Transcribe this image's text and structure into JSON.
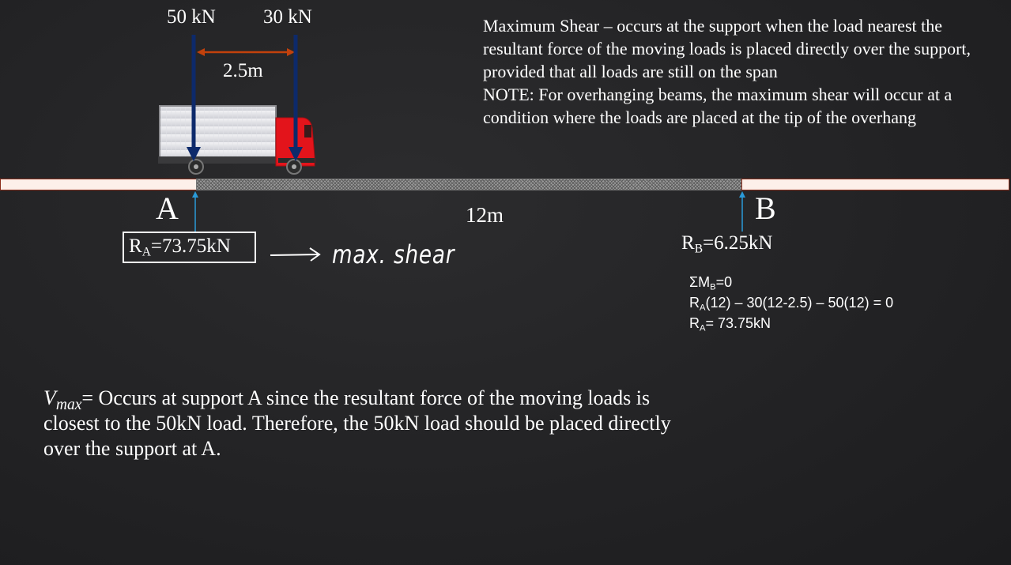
{
  "loads": {
    "load1_label": "50 kN",
    "load2_label": "30 kN",
    "spacing_label": "2.5m"
  },
  "note": {
    "line1": "Maximum Shear – occurs at the support when the load nearest the resultant force of the moving loads is placed directly over the support, provided that all loads are still on the span",
    "line2": "NOTE: For overhanging beams, the maximum shear will occur at a condition where the loads are placed at the tip of the overhang"
  },
  "beam": {
    "support_a": "A",
    "support_b": "B",
    "span_label": "12m"
  },
  "reactions": {
    "ra_symbol": "R",
    "ra_sub": "A",
    "ra_value": "=73.75kN",
    "rb_symbol": "R",
    "rb_sub": "B",
    "rb_value": "=6.25kN"
  },
  "annotation": {
    "max_shear_text": "max. shear"
  },
  "equations": {
    "eq1_main": "ΣM",
    "eq1_sub": "B",
    "eq1_rest": "=0",
    "eq2_main": "R",
    "eq2_sub": "A",
    "eq2_rest": "(12) – 30(12-2.5) – 50(12) = 0",
    "eq3_main": "R",
    "eq3_sub": "A",
    "eq3_rest": "= 73.75kN"
  },
  "vmax": {
    "symbol": "V",
    "symbol_sub": "max",
    "text": "= Occurs at support A since the resultant force of the moving loads is closest to the 50kN load. Therefore, the 50kN load should be placed directly over the support at A."
  },
  "colors": {
    "load_arrow": "#0d2a6b",
    "dimension_line": "#c2410c",
    "truck_cab": "#e3141b",
    "reaction_arrow": "#2a9ad8"
  }
}
